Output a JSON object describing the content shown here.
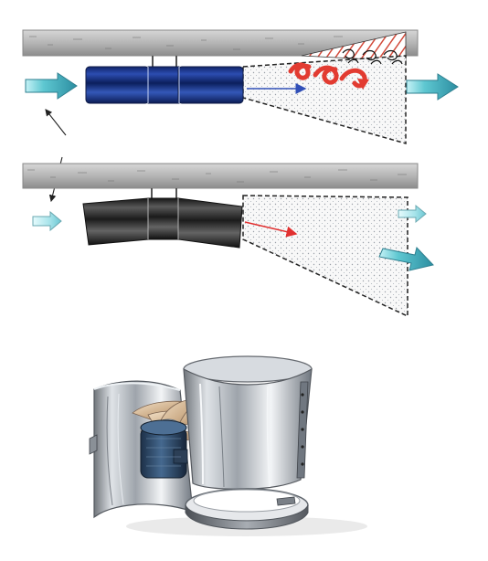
{
  "diagram": {
    "panels": [
      {
        "name": "top-installation",
        "ceiling": true,
        "turbulence_zone": true,
        "airflow_arrow_color": "#3150b8",
        "fan_color": "#1e3a84"
      },
      {
        "name": "bottom-installation",
        "ceiling": true,
        "turbulence_zone": false,
        "airflow_arrow_color": "#e13030",
        "fan_color": "#343434"
      }
    ],
    "colors": {
      "ceiling": "#b8b8b8",
      "cone_fill": "#f8f8f8",
      "cone_dots": "#9aa0a8",
      "inlet_arrow": "#56bcc8",
      "outlet_arrow": "#56bcc8",
      "hatch": "#d24b3b",
      "swirl": "#e23b31",
      "photo_metal": "#b8bdc3",
      "photo_motor": "#2f4f73"
    },
    "icons": [
      "ceiling-slab",
      "axial-fan",
      "airflow-arrow",
      "turbulence-swirl",
      "photo-of-ducted-fan"
    ]
  }
}
